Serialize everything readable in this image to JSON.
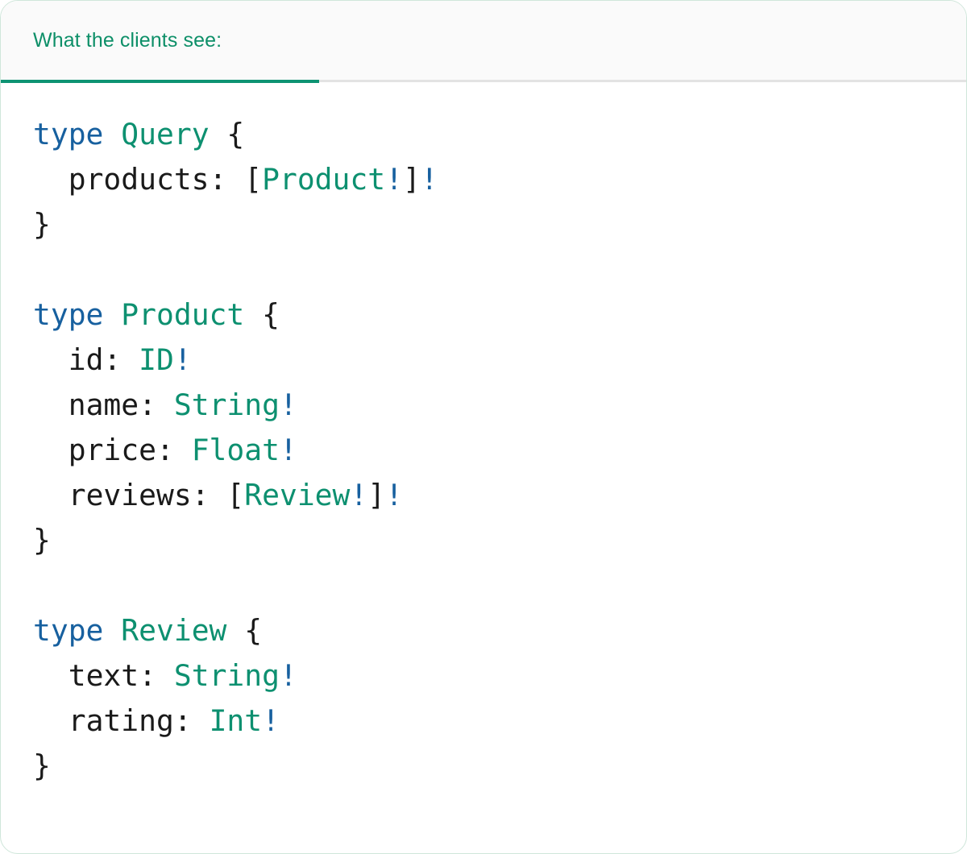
{
  "card": {
    "border_color": "#cfe6da",
    "background": "#ffffff"
  },
  "header": {
    "background": "#fafafa",
    "divider_color": "#e3e3e3",
    "active_tab": {
      "label": "What the clients see:",
      "color": "#0d8f68",
      "underline_color": "#0d9373"
    }
  },
  "palette": {
    "keyword": "#17609f",
    "type_name": "#0d9070",
    "field_name": "#1a1a1a",
    "punctuation": "#1a1a1a",
    "non_null_bang": "#17609f"
  },
  "code": {
    "language": "graphql",
    "text": "type Query {\n  products: [Product!]!\n}\n\ntype Product {\n  id: ID!\n  name: String!\n  price: Float!\n  reviews: [Review!]!\n}\n\ntype Review {\n  text: String!\n  rating: Int!\n}",
    "lines": [
      {
        "tokens": [
          {
            "t": "type",
            "c": "kw"
          },
          {
            "t": " "
          },
          {
            "t": "Query",
            "c": "type"
          },
          {
            "t": " "
          },
          {
            "t": "{",
            "c": "punct"
          }
        ]
      },
      {
        "tokens": [
          {
            "t": "  "
          },
          {
            "t": "products",
            "c": "field"
          },
          {
            "t": ": ",
            "c": "punct"
          },
          {
            "t": "[",
            "c": "punct"
          },
          {
            "t": "Product",
            "c": "type"
          },
          {
            "t": "!",
            "c": "bang"
          },
          {
            "t": "]",
            "c": "punct"
          },
          {
            "t": "!",
            "c": "bang"
          }
        ]
      },
      {
        "tokens": [
          {
            "t": "}",
            "c": "punct"
          }
        ]
      },
      {
        "tokens": []
      },
      {
        "tokens": [
          {
            "t": "type",
            "c": "kw"
          },
          {
            "t": " "
          },
          {
            "t": "Product",
            "c": "type"
          },
          {
            "t": " "
          },
          {
            "t": "{",
            "c": "punct"
          }
        ]
      },
      {
        "tokens": [
          {
            "t": "  "
          },
          {
            "t": "id",
            "c": "field"
          },
          {
            "t": ": ",
            "c": "punct"
          },
          {
            "t": "ID",
            "c": "type"
          },
          {
            "t": "!",
            "c": "bang"
          }
        ]
      },
      {
        "tokens": [
          {
            "t": "  "
          },
          {
            "t": "name",
            "c": "field"
          },
          {
            "t": ": ",
            "c": "punct"
          },
          {
            "t": "String",
            "c": "type"
          },
          {
            "t": "!",
            "c": "bang"
          }
        ]
      },
      {
        "tokens": [
          {
            "t": "  "
          },
          {
            "t": "price",
            "c": "field"
          },
          {
            "t": ": ",
            "c": "punct"
          },
          {
            "t": "Float",
            "c": "type"
          },
          {
            "t": "!",
            "c": "bang"
          }
        ]
      },
      {
        "tokens": [
          {
            "t": "  "
          },
          {
            "t": "reviews",
            "c": "field"
          },
          {
            "t": ": ",
            "c": "punct"
          },
          {
            "t": "[",
            "c": "punct"
          },
          {
            "t": "Review",
            "c": "type"
          },
          {
            "t": "!",
            "c": "bang"
          },
          {
            "t": "]",
            "c": "punct"
          },
          {
            "t": "!",
            "c": "bang"
          }
        ]
      },
      {
        "tokens": [
          {
            "t": "}",
            "c": "punct"
          }
        ]
      },
      {
        "tokens": []
      },
      {
        "tokens": [
          {
            "t": "type",
            "c": "kw"
          },
          {
            "t": " "
          },
          {
            "t": "Review",
            "c": "type"
          },
          {
            "t": " "
          },
          {
            "t": "{",
            "c": "punct"
          }
        ]
      },
      {
        "tokens": [
          {
            "t": "  "
          },
          {
            "t": "text",
            "c": "field"
          },
          {
            "t": ": ",
            "c": "punct"
          },
          {
            "t": "String",
            "c": "type"
          },
          {
            "t": "!",
            "c": "bang"
          }
        ]
      },
      {
        "tokens": [
          {
            "t": "  "
          },
          {
            "t": "rating",
            "c": "field"
          },
          {
            "t": ": ",
            "c": "punct"
          },
          {
            "t": "Int",
            "c": "type"
          },
          {
            "t": "!",
            "c": "bang"
          }
        ]
      },
      {
        "tokens": [
          {
            "t": "}",
            "c": "punct"
          }
        ]
      }
    ]
  }
}
